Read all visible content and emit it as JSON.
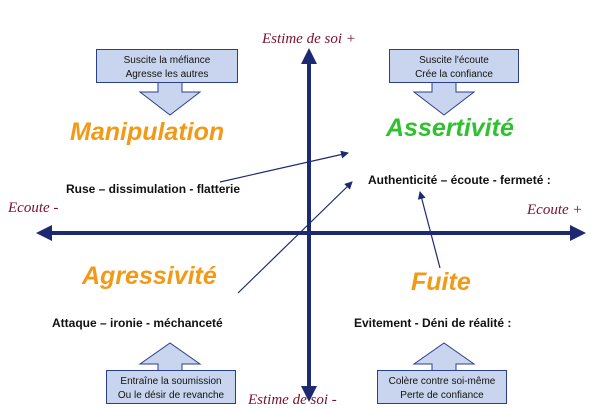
{
  "axes": {
    "top": "Estime de soi +",
    "bottom": "Estime de soi -",
    "left": "Ecoute -",
    "right": "Ecoute +"
  },
  "quadrants": {
    "manipulation": {
      "title": "Manipulation",
      "color": "#f29a17",
      "description": "Ruse – dissimulation - flatterie"
    },
    "assertivite": {
      "title": "Assertivité",
      "color": "#2fc12f",
      "description": "Authenticité – écoute - fermeté :"
    },
    "agressivite": {
      "title": "Agressivité",
      "color": "#f29a17",
      "description": "Attaque – ironie - méchanceté"
    },
    "fuite": {
      "title": "Fuite",
      "color": "#f29a17",
      "description": "Evitement - Déni de réalité :"
    }
  },
  "callouts": {
    "top_left": {
      "line1": "Suscite la méfiance",
      "line2": "Agresse les autres"
    },
    "top_right": {
      "line1": "Suscite l'écoute",
      "line2": "Crée la confiance"
    },
    "bottom_left": {
      "line1": "Entraîne la soumission",
      "line2": "Ou le désir de revanche"
    },
    "bottom_right": {
      "line1": "Colère contre soi-même",
      "line2": "Perte de confiance"
    }
  },
  "colors": {
    "axis": "#1d2a72",
    "callout_fill": "#c9d5ee",
    "axis_label": "#7a1030"
  }
}
